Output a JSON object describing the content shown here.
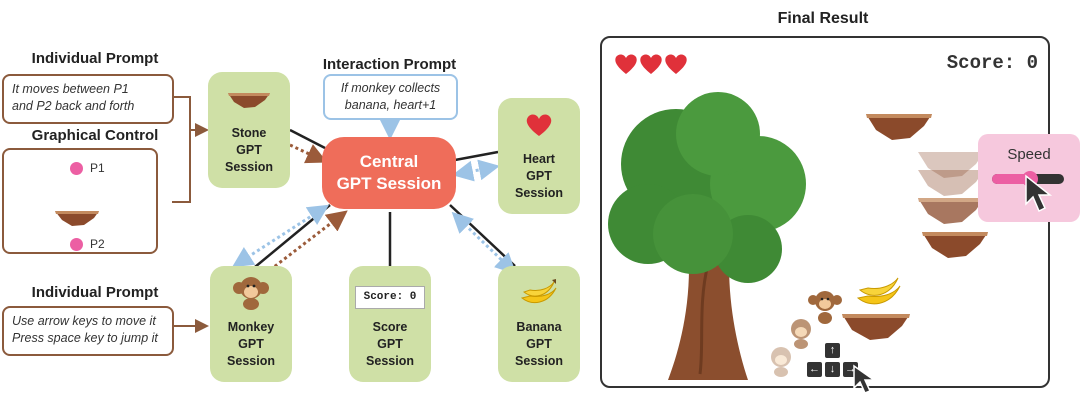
{
  "left_panel": {
    "individual_prompt_1": {
      "title": "Individual Prompt",
      "text_line1": "It moves between P1",
      "text_line2": "and P2 back and forth"
    },
    "graphical_control": {
      "title": "Graphical Control",
      "p1": "P1",
      "p2": "P2"
    },
    "individual_prompt_2": {
      "title": "Individual Prompt",
      "text_line1": "Use arrow keys to move it",
      "text_line2": "Press space key to jump it"
    },
    "interaction_prompt": {
      "title": "Interaction Prompt",
      "text_line1": "If monkey collects",
      "text_line2": "banana, heart+1"
    },
    "central": {
      "line1": "Central",
      "line2": "GPT Session"
    },
    "sessions": {
      "stone": {
        "line1": "Stone",
        "line2": "GPT",
        "line3": "Session"
      },
      "heart": {
        "line1": "Heart",
        "line2": "GPT",
        "line3": "Session"
      },
      "monkey": {
        "line1": "Monkey",
        "line2": "GPT",
        "line3": "Session"
      },
      "score": {
        "line1": "Score",
        "line2": "GPT",
        "line3": "Session",
        "preview": "Score: 0"
      },
      "banana": {
        "line1": "Banana",
        "line2": "GPT",
        "line3": "Session"
      }
    },
    "colors": {
      "session_bg": "#cfe0a6",
      "central_bg": "#ef6d5a",
      "prompt_border": "#8b5a3c",
      "interaction_border": "#9cc3e6",
      "dot": "#ec5fa3"
    }
  },
  "right_panel": {
    "title": "Final Result",
    "score_label": "Score: 0",
    "speed_label": "Speed",
    "hearts": 3,
    "keys": {
      "up": "↑",
      "left": "←",
      "down": "↓",
      "right": "→"
    },
    "icons": [
      "heart-icon",
      "stone-platform-icon",
      "monkey-icon",
      "banana-icon",
      "tree-icon",
      "cursor-icon"
    ]
  }
}
